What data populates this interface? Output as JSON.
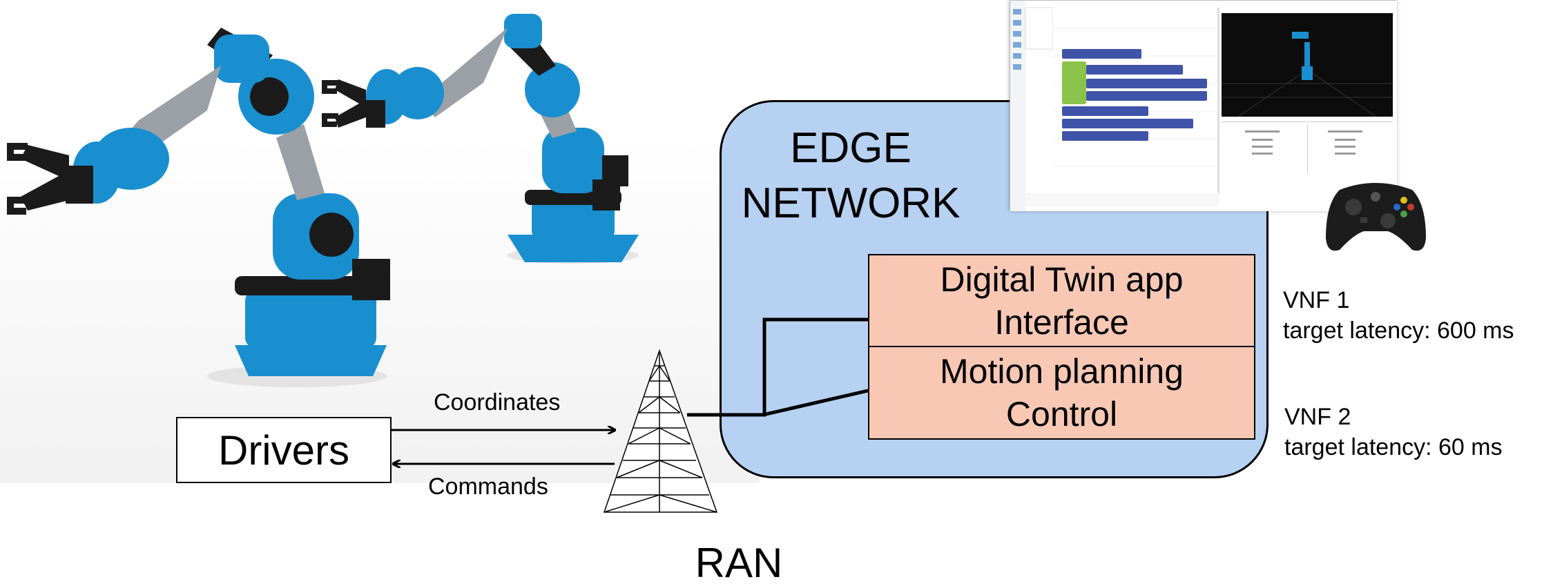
{
  "edge_network": {
    "title": "EDGE\nNETWORK"
  },
  "vnf_boxes": {
    "digital_twin": "Digital Twin app\nInterface",
    "motion_planning": "Motion planning\nControl"
  },
  "drivers": {
    "label": "Drivers"
  },
  "arrows": {
    "coordinates": "Coordinates",
    "commands": "Commands"
  },
  "ran": {
    "label": "RAN"
  },
  "vnf_notes": {
    "vnf1": "VNF 1\ntarget latency: 600 ms",
    "vnf2": "VNF 2\ntarget latency: 60 ms"
  },
  "colors": {
    "edge_fill": "#b7d1f3",
    "vnf_fill": "#f8c8b4",
    "robot_blue": "#1a8fd0",
    "robot_dark": "#1b1b1b",
    "block_blue": "#3f54a8",
    "block_green": "#8bc34a"
  },
  "icons": {
    "robot_arms": "robot-arm-image",
    "antenna": "cell-tower-icon",
    "gamepad": "gamepad-icon",
    "app_screenshot": "blockly-digital-twin-screenshot"
  }
}
